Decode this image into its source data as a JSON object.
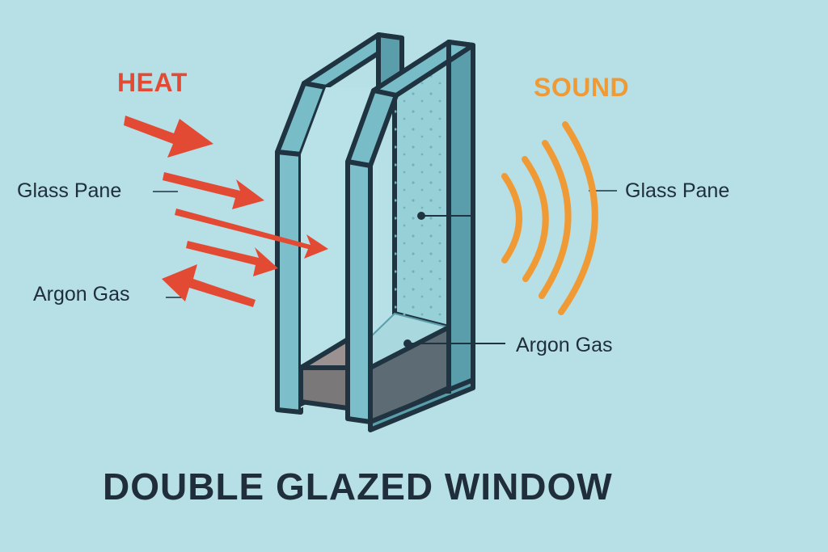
{
  "title": "DOUBLE GLAZED WINDOW",
  "heat": {
    "label": "HEAT",
    "color": "#e34a33"
  },
  "sound": {
    "label": "SOUND",
    "color": "#f09a36"
  },
  "labels": {
    "left_glass_pane": "Glass Pane",
    "left_argon_gas": "Argon Gas",
    "right_glass_pane": "Glass Pane",
    "right_argon_gas": "Argon Gas"
  },
  "colors": {
    "background": "#b6dfe6",
    "outline": "#1f3340",
    "glass_edge": "#78bcc8",
    "glass_face": "#a7d6dd",
    "glass_side": "#5a9eab",
    "spacer": "#5d6b74",
    "text": "#1f2e3a"
  }
}
